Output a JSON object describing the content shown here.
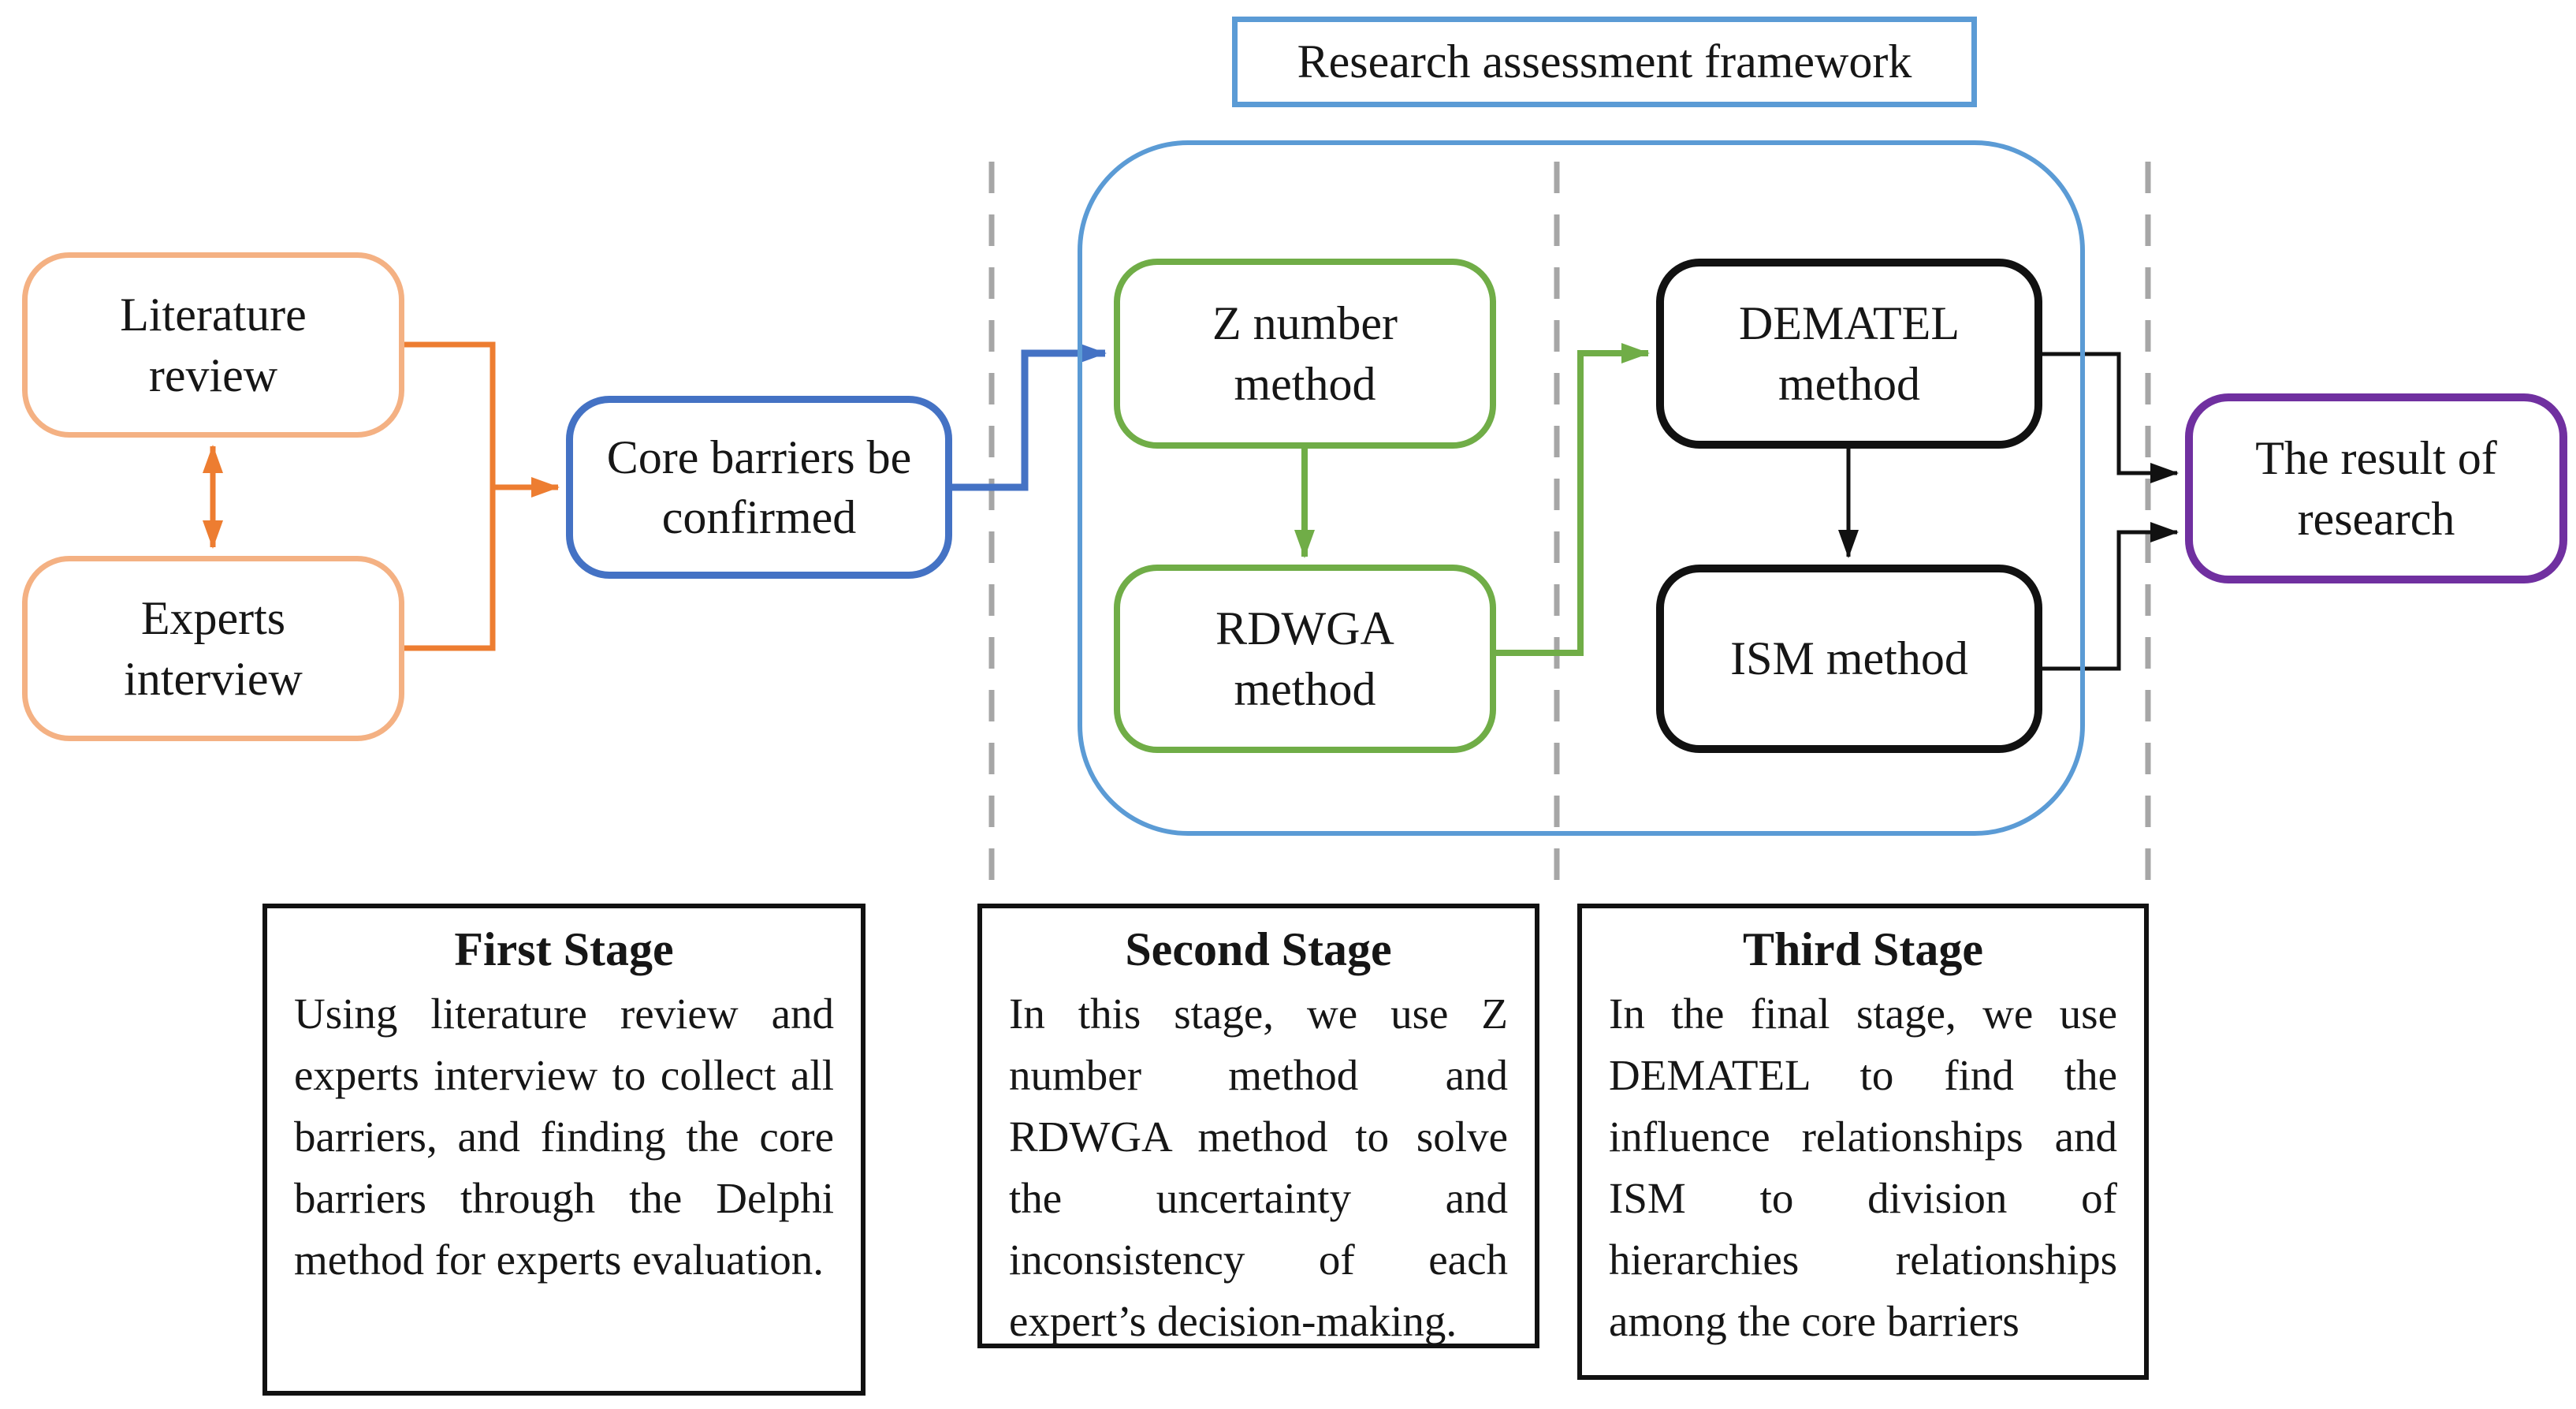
{
  "colors": {
    "orange_light": "#F4B183",
    "orange": "#ED7D31",
    "blue": "#4472C4",
    "light_blue": "#5B9BD5",
    "green": "#70AD47",
    "purple": "#7030A0",
    "black": "#111111",
    "gray": "#A6A6A6",
    "text": "#161616"
  },
  "framework": {
    "title": "Research assessment framework"
  },
  "boxes": {
    "literature": {
      "label": "Literature\nreview"
    },
    "experts": {
      "label": "Experts\ninterview"
    },
    "core": {
      "label": "Core barriers be\nconfirmed"
    },
    "znumber": {
      "label": "Z number\nmethod"
    },
    "rdwga": {
      "label": "RDWGA\nmethod"
    },
    "dematel": {
      "label": "DEMATEL\nmethod"
    },
    "ism": {
      "label": "ISM method"
    },
    "result": {
      "label": "The result of\nresearch"
    }
  },
  "stages": [
    {
      "title": "First Stage",
      "body": "Using literature review and experts interview to collect all barriers, and finding the core barriers through the Delphi method for experts evaluation."
    },
    {
      "title": "Second Stage",
      "body": "In this stage, we use Z number method and RDWGA method to solve the uncertainty and inconsistency of each expert’s decision-making."
    },
    {
      "title": "Third Stage",
      "body": "In the final stage, we use DEMATEL to find the influence relationships and ISM to division of hierarchies relationships among the core barriers"
    }
  ]
}
